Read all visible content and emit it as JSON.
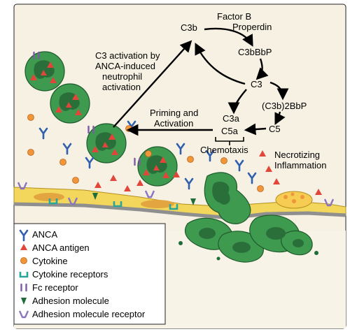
{
  "colors": {
    "background": "#f6f1e3",
    "endothelium": "#f2d75c",
    "neutrophil": "#3d9a4e",
    "neutrophil_nucleus": "#2a6f3a",
    "anca": "#2f5fae",
    "antigen": "#e2463a",
    "cytokine": "#f0963a",
    "cytokine_receptor": "#2aa59a",
    "fc_receptor": "#7d5aa6",
    "adhesion_molecule": "#1f6b3a",
    "adhesion_receptor": "#8a74c2"
  },
  "labels": {
    "c3_activation": [
      "C3 activation by",
      "ANCA-induced",
      "neutrophil",
      "activation"
    ],
    "factor_b": "Factor B",
    "properdin": "Properdin",
    "c3b": "C3b",
    "c3bbbp": "C3bBbP",
    "c3": "C3",
    "c3b2bbp": "(C3b)2BbP",
    "c5": "C5",
    "c3a": "C3a",
    "c5a": "C5a",
    "priming": [
      "Priming and",
      "Activation"
    ],
    "chemotaxis": "Chemotaxis",
    "necrotizing": [
      "Necrotizing",
      "Inflammation"
    ]
  },
  "legend": [
    {
      "icon": "anca-icon",
      "label": "ANCA"
    },
    {
      "icon": "anca-antigen-icon",
      "label": "ANCA antigen"
    },
    {
      "icon": "cytokine-icon",
      "label": "Cytokine"
    },
    {
      "icon": "cytokine-receptor-icon",
      "label": "Cytokine receptors"
    },
    {
      "icon": "fc-receptor-icon",
      "label": "Fc receptor"
    },
    {
      "icon": "adhesion-molecule-icon",
      "label": "Adhesion molecule"
    },
    {
      "icon": "adhesion-molecule-receptor-icon",
      "label": "Adhesion molecule receptor"
    }
  ]
}
